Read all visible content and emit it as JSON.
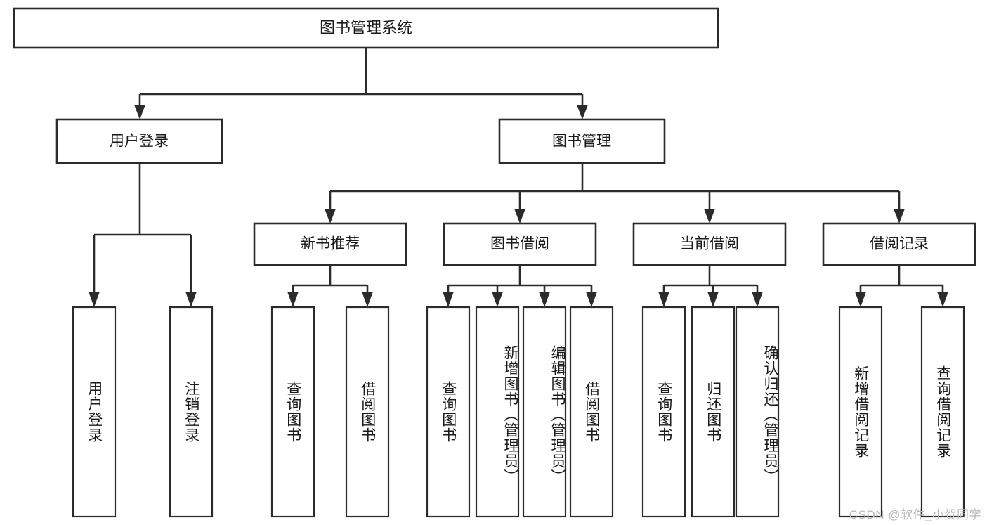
{
  "diagram": {
    "title": "图书管理系统",
    "type": "hierarchy-tree",
    "root": {
      "id": "root",
      "label": "图书管理系统",
      "orientation": "horizontal"
    },
    "level2": [
      {
        "id": "user-login",
        "label": "用户登录",
        "orientation": "horizontal"
      },
      {
        "id": "book-management",
        "label": "图书管理",
        "orientation": "horizontal"
      }
    ],
    "level3": [
      {
        "id": "new-book-recommend",
        "label": "新书推荐",
        "parent": "book-management",
        "orientation": "horizontal"
      },
      {
        "id": "book-borrow",
        "label": "图书借阅",
        "parent": "book-management",
        "orientation": "horizontal"
      },
      {
        "id": "current-borrow",
        "label": "当前借阅",
        "parent": "book-management",
        "orientation": "horizontal"
      },
      {
        "id": "borrow-record",
        "label": "借阅记录",
        "parent": "book-management",
        "orientation": "horizontal"
      }
    ],
    "leaves": [
      {
        "id": "leaf-user-login",
        "label": "用户登录",
        "parent": "user-login",
        "orientation": "vertical"
      },
      {
        "id": "leaf-user-logout",
        "label": "注销登录",
        "parent": "user-login",
        "orientation": "vertical"
      },
      {
        "id": "leaf-query-book-recommend",
        "label": "查询图书",
        "parent": "new-book-recommend",
        "orientation": "vertical"
      },
      {
        "id": "leaf-borrow-book-recommend",
        "label": "借阅图书",
        "parent": "new-book-recommend",
        "orientation": "vertical"
      },
      {
        "id": "leaf-query-book-borrow",
        "label": "查询图书",
        "parent": "book-borrow",
        "orientation": "vertical"
      },
      {
        "id": "leaf-add-book",
        "label": "新增图书（管理员）",
        "parent": "book-borrow",
        "orientation": "vertical"
      },
      {
        "id": "leaf-edit-book",
        "label": "编辑图书（管理员）",
        "parent": "book-borrow",
        "orientation": "vertical"
      },
      {
        "id": "leaf-borrow-book",
        "label": "借阅图书",
        "parent": "book-borrow",
        "orientation": "vertical"
      },
      {
        "id": "leaf-query-book-current",
        "label": "查询图书",
        "parent": "current-borrow",
        "orientation": "vertical"
      },
      {
        "id": "leaf-return-book",
        "label": "归还图书",
        "parent": "current-borrow",
        "orientation": "vertical"
      },
      {
        "id": "leaf-confirm-return",
        "label": "确认归还（管理员）",
        "parent": "current-borrow",
        "orientation": "vertical"
      },
      {
        "id": "leaf-add-borrow-record",
        "label": "新增借阅记录",
        "parent": "borrow-record",
        "orientation": "vertical"
      },
      {
        "id": "leaf-query-borrow-record",
        "label": "查询借阅记录",
        "parent": "borrow-record",
        "orientation": "vertical"
      }
    ],
    "watermark": "CSDN @软件_小贺同学",
    "colors": {
      "stroke": "#2b2b2b",
      "fill": "#ffffff",
      "text": "#1a1a1a",
      "watermark": "#b9b9b9"
    }
  }
}
